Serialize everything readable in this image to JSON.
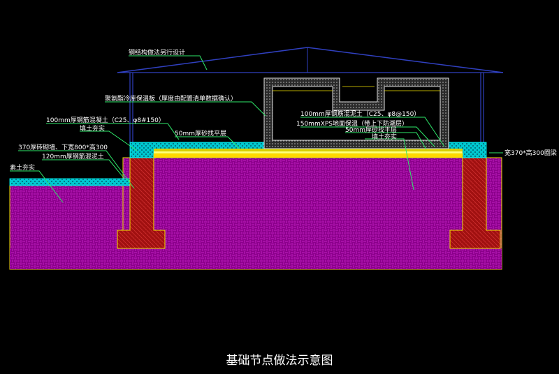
{
  "title": "基础节点做法示意图",
  "labels": {
    "steel_structure": "钢结构做法另行设计",
    "pu_board": "聚氨酯冷库保温板（厚度由配置清单数据确认）",
    "slab_100_left": "100mm厚钢筋混凝土（C25、φ8#150）",
    "fill_left": "填土夯实",
    "leveling_50_left": "50mm厚砂找平层",
    "wall_370": "370厚砖砌墙、下宽800*高300",
    "concrete_120": "120mm厚钢筋混泥土",
    "soil_plain": "素土夯实",
    "slab_100_right": "100mm厚钢筋混泥土（C25、φ8@150）",
    "xps_150": "150mmXPS地面保温（带上下防潮层）",
    "leveling_50_right": "50mm厚砂找平层",
    "fill_right": "填土夯实",
    "ring_beam": "宽370*高300圈梁"
  },
  "colors": {
    "soil": "#8b008b",
    "wall": "#b21414",
    "cyan_slab": "#00d0d8",
    "yellow": "#f0e000",
    "roof": "#3040c0",
    "leader": "#2ee86a",
    "panel": "#d0d0d0"
  }
}
